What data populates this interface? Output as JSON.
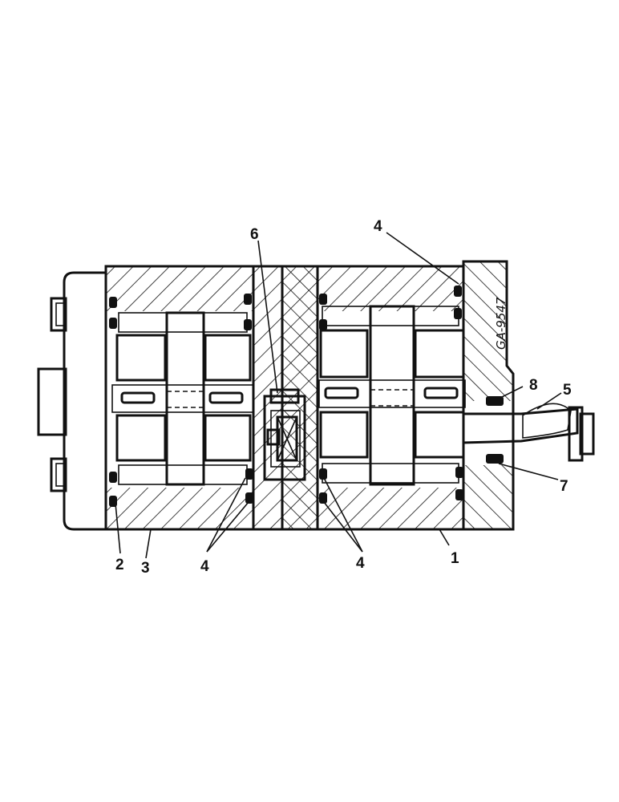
{
  "drawing": {
    "code": "GA-9547",
    "callouts": {
      "c1": "1",
      "c2": "2",
      "c3": "3",
      "c4_top": "4",
      "c4_bottom_left": "4",
      "c4_bottom_mid": "4",
      "c5": "5",
      "c6": "6",
      "c7": "7",
      "c8": "8"
    }
  },
  "colors": {
    "ink": "#111111",
    "paper": "#ffffff",
    "seal": "#111111"
  }
}
